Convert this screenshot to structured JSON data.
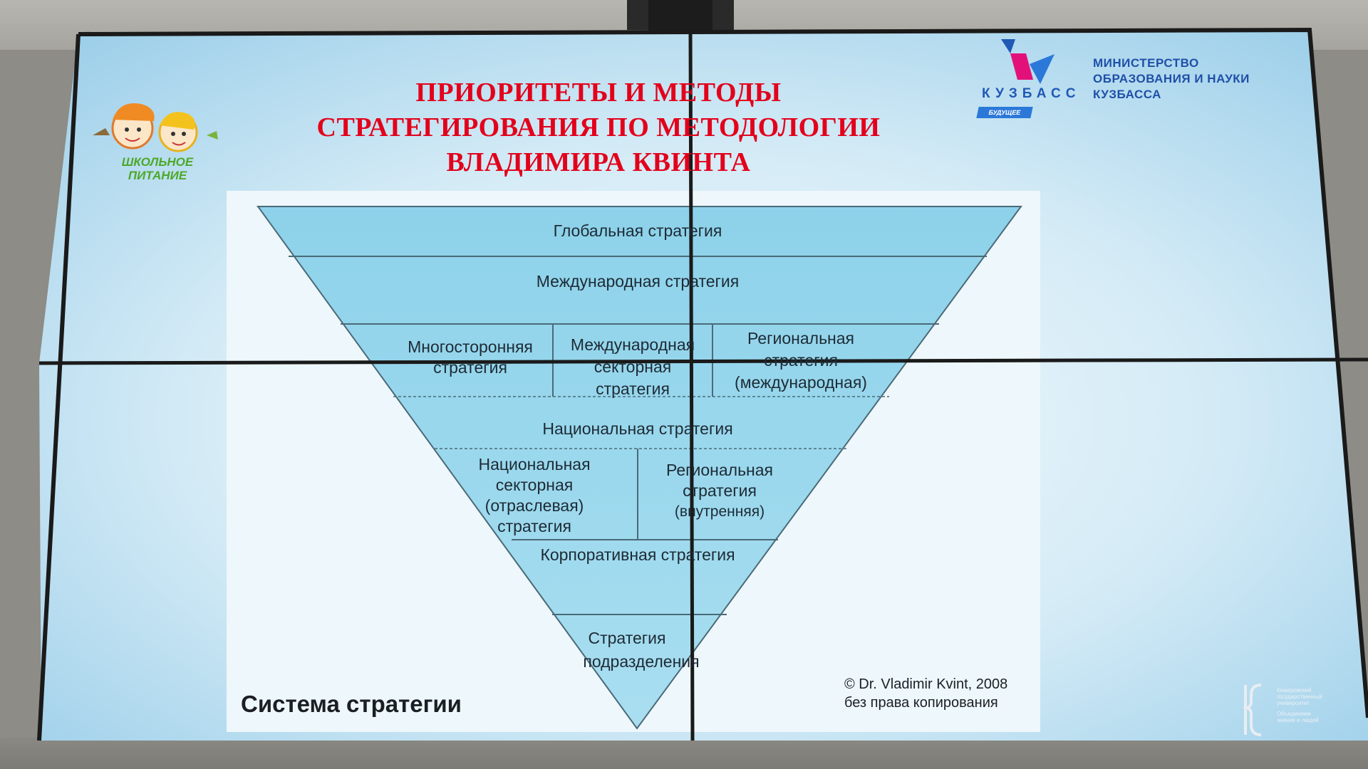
{
  "title_lines": [
    "ПРИОРИТЕТЫ И МЕТОДЫ",
    "СТРАТЕГИРОВАНИЯ ПО МЕТОДОЛОГИИ",
    "ВЛАДИМИРА КВИНТА"
  ],
  "logo_school": {
    "line1": "ШКОЛЬНОЕ",
    "line2": "ПИТАНИЕ"
  },
  "logo_kuzbass": {
    "word": "КУЗБАСС",
    "tag": "БУДУЩЕЕ"
  },
  "ministry": {
    "line1": "МИНИСТЕРСТВО",
    "line2": "ОБРАЗОВАНИЯ И НАУКИ",
    "line3": "КУЗБАССА"
  },
  "pyramid": {
    "global": "Глобальная стратегия",
    "international": "Международная стратегия",
    "multilateral": [
      "Многосторонняя",
      "стратегия"
    ],
    "intl_sector": [
      "Международная",
      "секторная",
      "стратегия"
    ],
    "regional_intl": [
      "Региональная",
      "стратегия",
      "(международная)"
    ],
    "national": "Национальная стратегия",
    "national_sector": [
      "Национальная",
      "секторная",
      "(отраслевая)",
      "стратегия"
    ],
    "regional_internal": [
      "Региональная",
      "стратегия",
      "(внутренняя)"
    ],
    "corporate": "Корпоративная стратегия",
    "division": [
      "Стратегия",
      "подразделения"
    ]
  },
  "caption": "Система стратегии",
  "copyright": [
    "© Dr. Vladimir Kvint, 2008",
    "без права копирования"
  ],
  "university": {
    "line1": "Кемеровский",
    "line2": "государственный",
    "line3": "университет",
    "line4": "Объединяем",
    "line5": "знания и людей"
  },
  "colors": {
    "title": "#e3001b",
    "pyramid_fill": "#8fd3ea",
    "pyramid_stroke": "#4a6a78",
    "screen_bg": "#d9ecf5"
  }
}
